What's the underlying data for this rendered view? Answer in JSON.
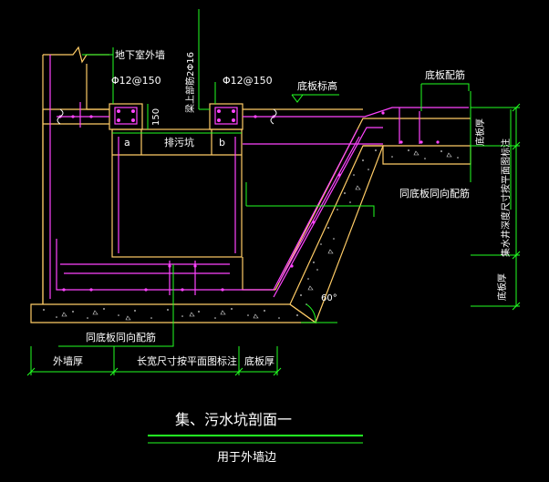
{
  "labels": {
    "basement_outer_wall": "地下室外墙",
    "rebar_left": "Φ12@150",
    "rebar_right": "Φ12@150",
    "beam_top_rebar": "梁上部筋2Φ16",
    "slab_elevation": "底板标高",
    "slab_reinforcement": "底板配筋",
    "dim_150": "150",
    "dim_a": "a",
    "dim_b": "b",
    "sump_pit": "排污坑",
    "same_as_slab_right": "同底板同向配筋",
    "same_as_slab_bottom": "同底板同向配筋",
    "angle": "60°",
    "slab_thickness_right_top": "底板厚",
    "pit_depth_note": "集水井深度尺寸按平面图标注",
    "slab_thickness_right_bottom": "底板厚",
    "outer_wall_thickness": "外墙厚",
    "length_width_note": "长宽尺寸按平面图标注",
    "slab_thickness_bottom": "底板厚"
  },
  "title": {
    "main": "集、污水坑剖面一",
    "sub": "用于外墙边"
  },
  "colors": {
    "background": "#000000",
    "wall_outline": "#ffcc66",
    "rebar": "#ff44ff",
    "dimension": "#22ff22",
    "text": "#ffffff",
    "concrete_hatch": "#d8d8d8"
  }
}
